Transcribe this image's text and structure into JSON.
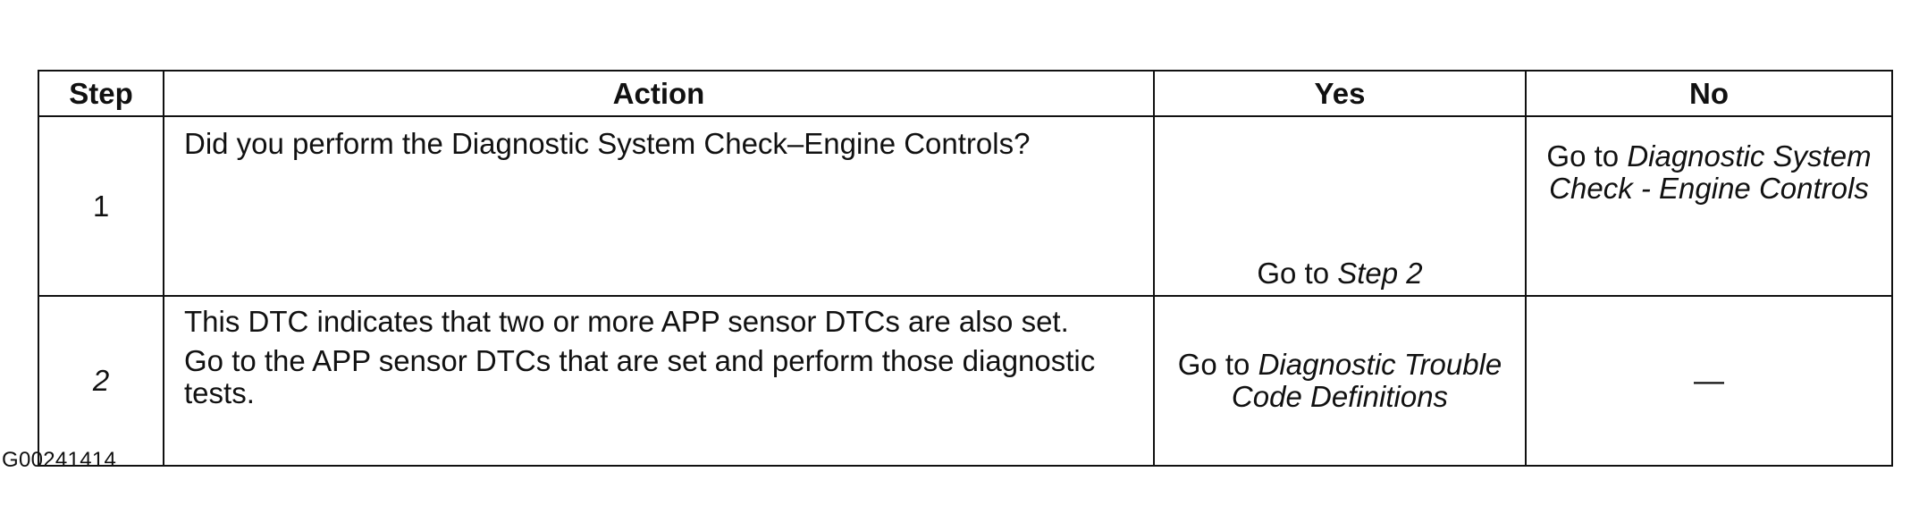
{
  "table": {
    "headers": {
      "step": "Step",
      "action": "Action",
      "yes": "Yes",
      "no": "No"
    },
    "rows": [
      {
        "step": "1",
        "action": [
          "Did you perform the Diagnostic System Check–Engine Controls?"
        ],
        "yes": {
          "prefix": "Go to ",
          "ref": "Step 2"
        },
        "no": {
          "prefix": "Go to ",
          "ref": "Diagnostic System Check - Engine Controls"
        }
      },
      {
        "step": "2",
        "action": [
          "This DTC indicates that two or more APP sensor DTCs are also set.",
          "Go to the APP sensor DTCs that are set and perform those diagnostic tests."
        ],
        "yes": {
          "prefix": "Go to ",
          "ref": "Diagnostic Trouble Code Definitions"
        },
        "no": {
          "text": "—"
        }
      }
    ]
  },
  "figure_id": "G00241414"
}
